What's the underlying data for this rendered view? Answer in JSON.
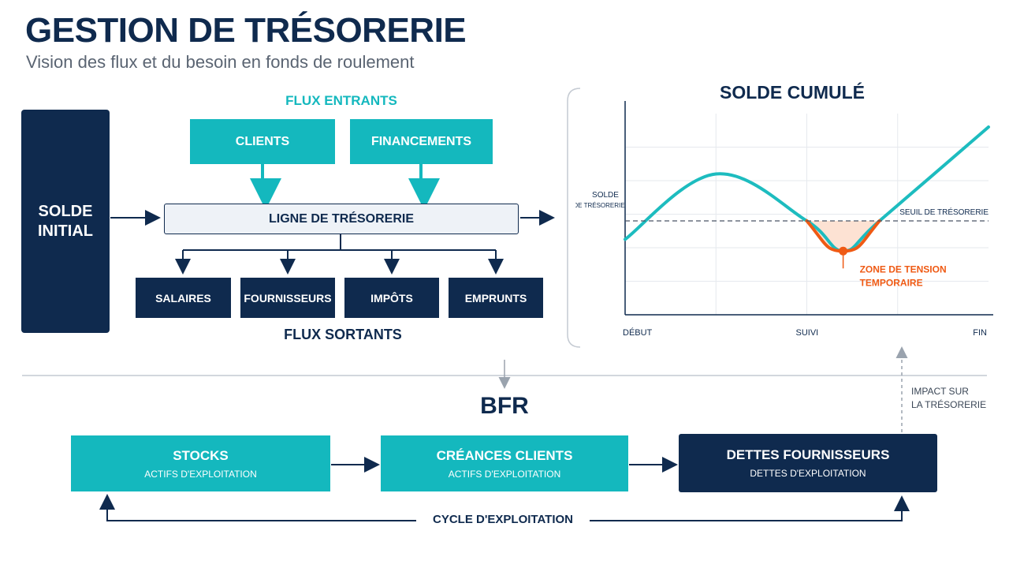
{
  "header": {
    "title": "GESTION DE TRÉSORERIE",
    "subtitle": "Vision des flux et du besoin en fonds de roulement"
  },
  "flow": {
    "initial_balance": "SOLDE\nINITIAL",
    "inflows_label": "FLUX ENTRANTS",
    "inflows": [
      "CLIENTS",
      "FINANCEMENTS"
    ],
    "treasury_line": "LIGNE DE TRÉSORERIE",
    "outflows": [
      "SALAIRES",
      "FOURNISSEURS",
      "IMPÔTS",
      "EMPRUNTS"
    ],
    "outflows_label": "FLUX SORTANTS"
  },
  "chart": {
    "title": "SOLDE CUMULÉ",
    "ylabel_line1": "SOLDE",
    "ylabel_line2": "DE TRÉSORERIE",
    "threshold_label": "SEUIL DE TRÉSORERIE",
    "tension_line1": "ZONE DE TENSION",
    "tension_line2": "TEMPORAIRE",
    "x_ticks": [
      "DÉBUT",
      "SUIVI",
      "FIN"
    ]
  },
  "chart_data": {
    "type": "line",
    "x": [
      0,
      0.25,
      0.5,
      0.6,
      0.7,
      1.0
    ],
    "series": [
      {
        "values": [
          0.45,
          0.84,
          0.56,
          0.38,
          0.56,
          1.12
        ]
      }
    ],
    "threshold": 0.56,
    "xlabels": [
      "DÉBUT",
      "SUIVI",
      "FIN"
    ],
    "ylim": [
      0,
      1.2
    ],
    "grid": true,
    "colors": {
      "line": "#1dbcbf",
      "threshold": "#4a5566",
      "tension": "#ef5a14"
    }
  },
  "bfr": {
    "title": "BFR",
    "stocks_title": "STOCKS",
    "stocks_sub": "ACTIFS D'EXPLOITATION",
    "receivables_title": "CRÉANCES CLIENTS",
    "receivables_sub": "ACTIFS D'EXPLOITATION",
    "payables_title": "DETTES FOURNISSEURS",
    "payables_sub": "DETTES D'EXPLOITATION",
    "cycle_label": "CYCLE D'EXPLOITATION",
    "impact_line1": "IMPACT SUR",
    "impact_line2": "LA TRÉSORERIE"
  },
  "colors": {
    "navy": "#0f2a4e",
    "teal": "#14b8be",
    "orange": "#ef5a14",
    "light_box": "#eef2f7"
  }
}
